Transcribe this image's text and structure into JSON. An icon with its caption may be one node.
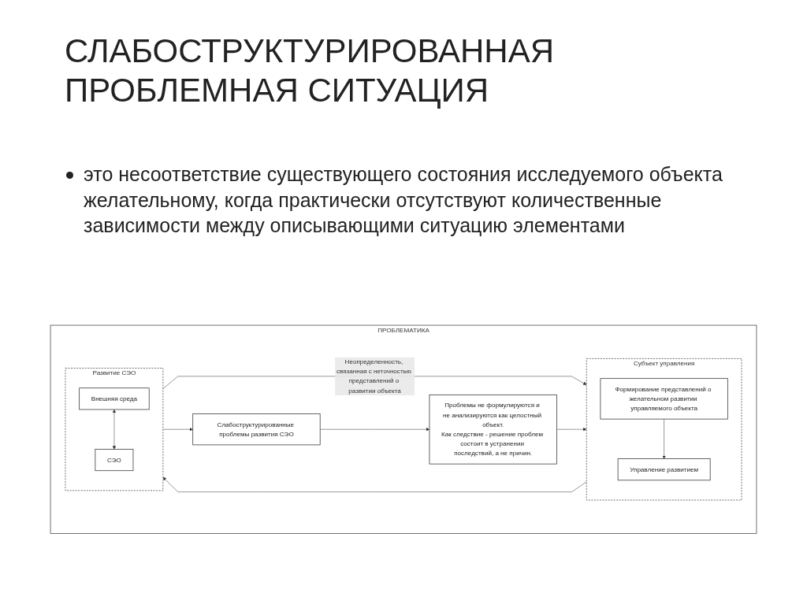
{
  "diagram": {
    "title": "СЛАБОСТРУКТУРИРОВАННАЯ ПРОБЛЕМНАЯ СИТУАЦИЯ",
    "nodes": [
      {
        "text": [
          "ПРОБЛЕМАТИКА"
        ]
      },
      {
        "text": [
          "Субъект управления"
        ],
        "in": 0
      },
      {
        "text": [
          "Формирование представлений о желательном развитии управляемого объекта"
        ],
        "in": 1
      },
      {
        "text": [
          "Управление развитием"
        ],
        "in": 1
      },
      {
        "text": [
          "Развитие СЭО"
        ],
        "in": 0
      },
      {
        "text": [
          "Внешняя среда"
        ],
        "in": 4
      },
      {
        "text": [
          "СЭО"
        ],
        "in": 4
      },
      {
        "text": [
          "Проблемы не формулируются и не анализируются как целостный объект.",
          "Как следствие - решение проблем состоит в устранении последствий, а не причин."
        ],
        "in": 0
      },
      {
        "text": [
          "Слабоструктурированные проблемы развития СЭО"
        ],
        "in": 0
      }
    ],
    "edges": [
      {
        "from": 2,
        "to": 3,
        "arrow": "to"
      },
      {
        "from": 4,
        "to": 1,
        "arrow": "to",
        "label": "Неопределенность, связанная с неточностью представлений о развитии объекта"
      },
      {
        "from": 1,
        "to": 4,
        "arrow": "to"
      },
      {
        "from": 5,
        "to": 6,
        "arrow": "both"
      },
      {
        "from": 4,
        "to": 8,
        "arrow": "to"
      },
      {
        "from": 8,
        "to": 7,
        "arrow": "to"
      },
      {
        "from": 7,
        "to": 1,
        "arrow": "to"
      }
    ],
    "labels": [
      "это несоответствие существующего состояния исследуемого объекта желательному, когда практически отсутствуют количественные зависимости между описывающими ситуацию элементами"
    ]
  }
}
